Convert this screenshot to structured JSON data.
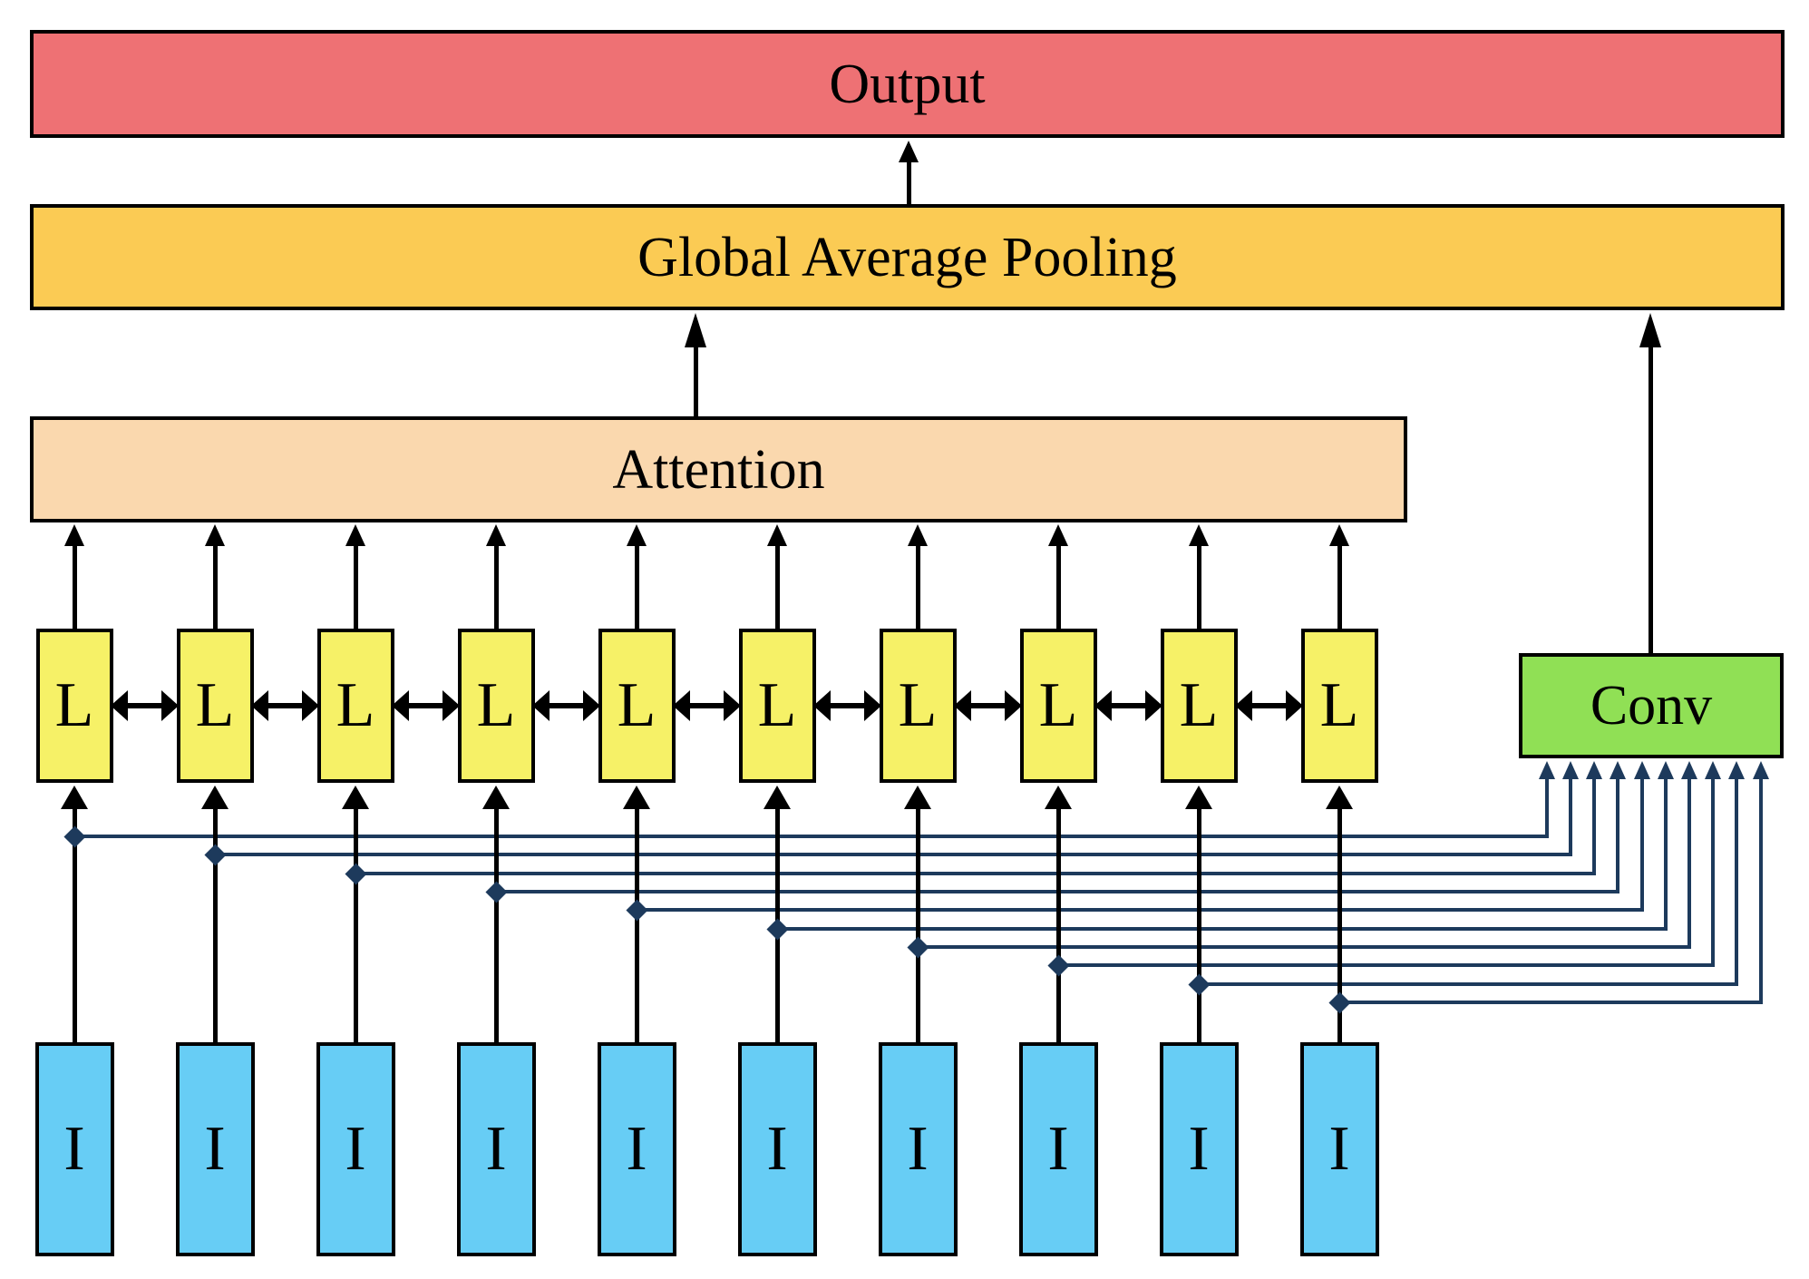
{
  "blocks": {
    "output": "Output",
    "pooling": "Global Average Pooling",
    "attention": "Attention",
    "conv": "Conv"
  },
  "columns": {
    "lstm": [
      "L",
      "L",
      "L",
      "L",
      "L",
      "L",
      "L",
      "L",
      "L",
      "L"
    ],
    "input": [
      "I",
      "I",
      "I",
      "I",
      "I",
      "I",
      "I",
      "I",
      "I",
      "I"
    ]
  },
  "colors": {
    "output": "#EE7174",
    "pooling": "#FBCB54",
    "attention": "#FAD8AE",
    "lstm": "#F6F167",
    "conv": "#90E055",
    "input": "#67CDF5",
    "connector": "#1D3A5C",
    "arrow": "#000000",
    "background": "#FFFFFF"
  }
}
